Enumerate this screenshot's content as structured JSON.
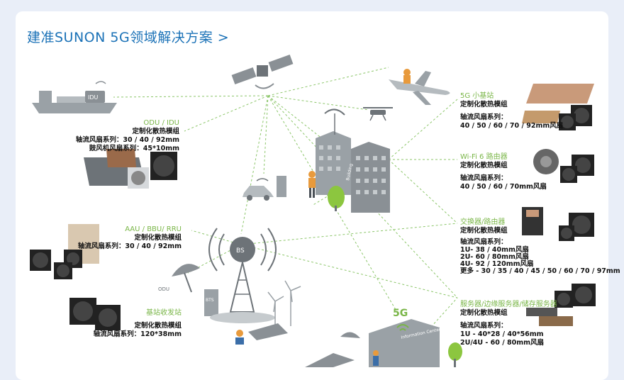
{
  "title": "建准SUNON 5G领域解决方案 >",
  "colors": {
    "title": "#1b72b7",
    "category": "#7ab648",
    "line": "#8cc66a",
    "building": "#9aa1a6"
  },
  "left": {
    "odu": {
      "title": "ODU / IDU",
      "l1": "定制化散热模组",
      "l2": "轴流风扇系列：30 / 40 / 92mm",
      "l3": "鼓风机风扇系列：45*10mm"
    },
    "aau": {
      "title": "AAU / BBU/ RRU",
      "l1": "定制化散热模组",
      "l2": "轴流风扇系列：30 / 40 / 92mm"
    },
    "bs": {
      "title": "基站收发站",
      "l1": "定制化散热模组",
      "l2": "轴流风扇系列：120*38mm"
    }
  },
  "right": {
    "small": {
      "title": "5G 小基站",
      "l1": "定制化散热模组",
      "l2": "轴流风扇系列：",
      "l3": "40 / 50 / 60 / 70 / 92mm风扇"
    },
    "wifi": {
      "title": "Wi-Fi 6 路由器",
      "l1": "定制化散热模组",
      "l2": "轴流风扇系列：",
      "l3": "40 / 50 / 60 / 70mm风扇"
    },
    "switch": {
      "title": "交换器/路由器",
      "l1": "定制化散热模组",
      "l2": "轴流风扇系列：",
      "l3": "1U- 38 / 40mm风扇",
      "l4": "2U- 60 / 80mm风扇",
      "l5": "4U- 92 / 120mm风扇",
      "l6": "更多 - 30 / 35 / 40 / 45 / 50 / 60 / 70 / 97mm"
    },
    "server": {
      "title": "服务器/边缘服务器/储存服务器",
      "l1": "定制化散热模组",
      "l2": "轴流风扇系列：",
      "l3": "1U - 40*28 / 40*56mm",
      "l4": "2U/4U - 60 / 80mm风扇"
    }
  },
  "scene": {
    "idu": "IDU",
    "odu": "ODU",
    "bs": "BS",
    "bts": "BTS",
    "fiveg": "5G",
    "building1": "Building",
    "building2": "Information Center"
  }
}
